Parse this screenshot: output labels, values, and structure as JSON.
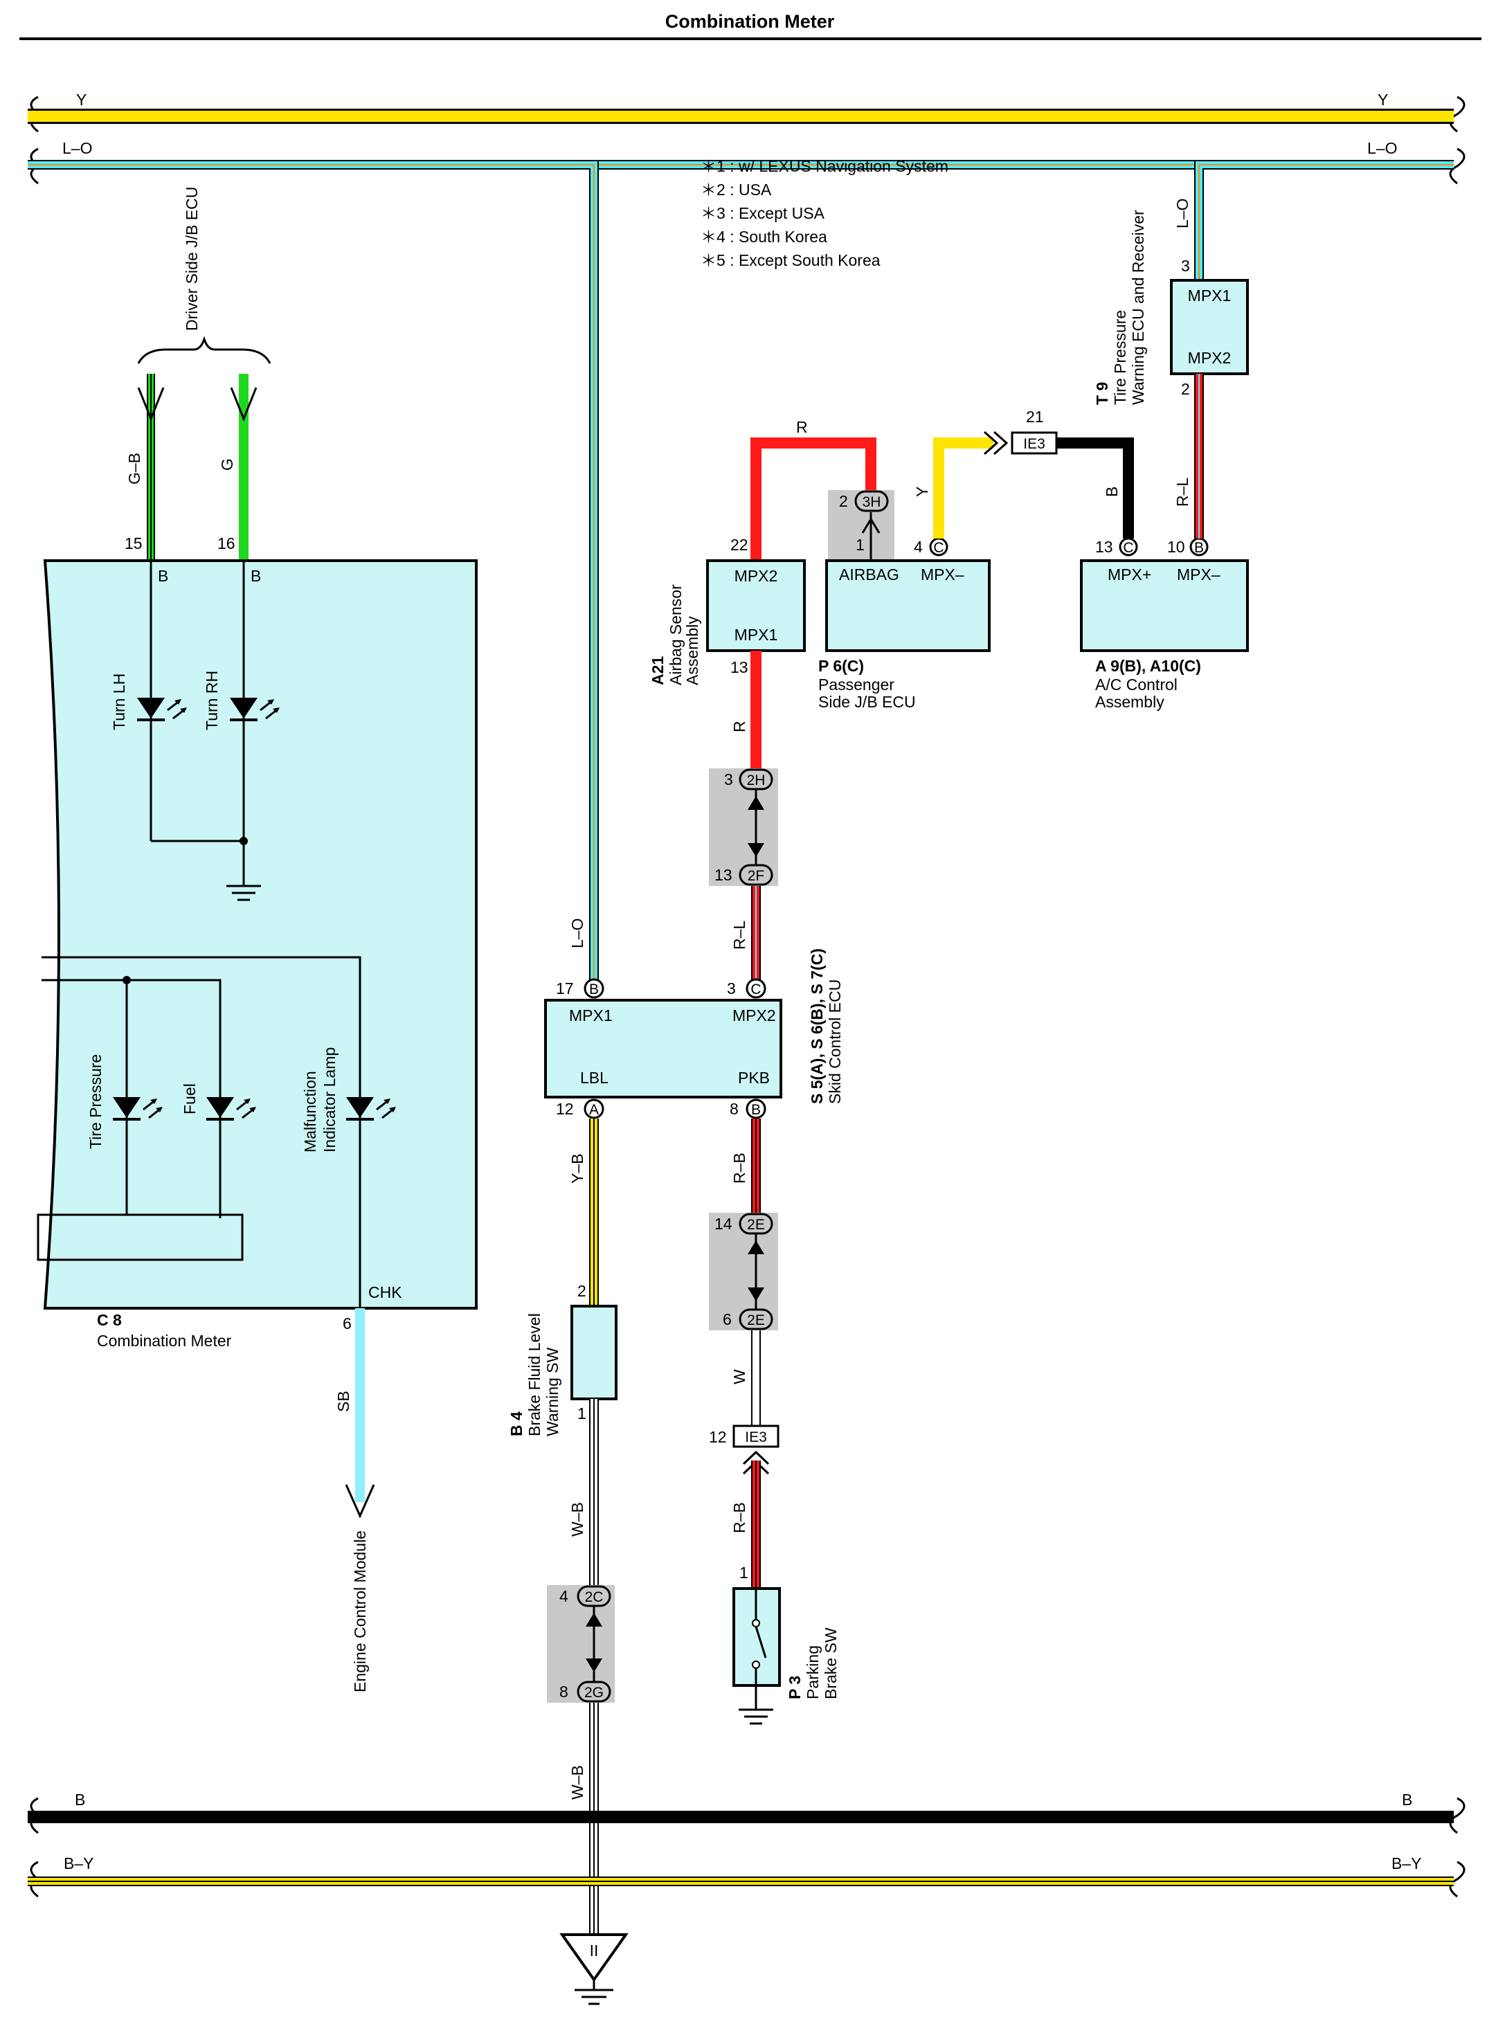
{
  "title": "Combination Meter",
  "colors": {
    "Y": "#ffe400",
    "L": "#55e8ff",
    "O": "#ff8a00",
    "R": "#ff1a1a",
    "G": "#1ed81e",
    "B": "#000000",
    "W": "#ffffff",
    "SB": "#8ff0ff",
    "component_fill": "#ccf5f5",
    "connector_shade": "#c9c9c9"
  },
  "buses": {
    "top_y": "Y",
    "top_lo": "L–O",
    "bottom_b": "B",
    "bottom_by": "B–Y"
  },
  "notes": [
    "＊1 : w/ LEXUS Navigation System",
    "＊2 : USA",
    "＊3 : Except USA",
    "＊4 : South Korea",
    "＊5 : Except South Korea"
  ],
  "wires": {
    "gb": "G–B",
    "g": "G",
    "lo_left": "L–O",
    "lo_right": "L–O",
    "r_top": "R",
    "y": "Y",
    "b": "B",
    "rl_right": "R–L",
    "r_mid": "R",
    "rl_mid": "R–L",
    "yb": "Y–B",
    "rb_upper": "R–B",
    "w": "W",
    "rb_lower": "R–B",
    "sb": "SB",
    "wb_upper": "W–B",
    "wb_lower": "W–B"
  },
  "components": {
    "driver_jb": "Driver Side J/B ECU",
    "combo_meter": {
      "code": "C 8",
      "name": "Combination Meter",
      "pin15": "15",
      "pin16": "16",
      "b1": "B",
      "b2": "B",
      "turn_lh": "Turn LH",
      "turn_rh": "Turn RH",
      "tire": "Tire Pressure",
      "fuel": "Fuel",
      "mil1": "Malfunction",
      "mil2": "Indicator Lamp",
      "chk": "CHK",
      "pin6": "6"
    },
    "ecm": "Engine Control Module",
    "skid": {
      "code": "S 5(A), S 6(B), S 7(C)",
      "name": "Skid Control ECU",
      "mpx1": "MPX1",
      "mpx2": "MPX2",
      "lbl": "LBL",
      "pkb": "PKB",
      "pin17": "17",
      "conn17": "B",
      "pin3": "3",
      "conn3": "C",
      "pin12": "12",
      "conn12": "A",
      "pin8": "8",
      "conn8": "B"
    },
    "airbag": {
      "code": "A21",
      "name1": "Airbag Sensor",
      "name2": "Assembly",
      "mpx2": "MPX2",
      "mpx1": "MPX1",
      "pin22": "22",
      "pin13": "13"
    },
    "passenger_jb": {
      "code": "P 6(C)",
      "name1": "Passenger",
      "name2": "Side J/B ECU",
      "airbag": "AIRBAG",
      "mpx": "MPX–",
      "pin4": "4",
      "conn4": "C",
      "junction": "3H",
      "pin2": "2",
      "pin1": "1"
    },
    "ac": {
      "code": "A 9(B), A10(C)",
      "name1": "A/C Control",
      "name2": "Assembly",
      "mpxp": "MPX+",
      "mpxm": "MPX–",
      "pin13": "13",
      "conn13": "C",
      "pin10": "10",
      "conn10": "B"
    },
    "tire_ecu": {
      "code": "T 9",
      "name1": "Tire Pressure",
      "name2": "Warning ECU and Receiver",
      "mpx1": "MPX1",
      "mpx2": "MPX2",
      "pin3": "3",
      "pin2": "2"
    },
    "ie3_top": {
      "label": "IE3",
      "pin": "21"
    },
    "j2h": {
      "label": "2H",
      "pin": "3"
    },
    "j2f": {
      "label": "2F",
      "pin": "13"
    },
    "brake_fluid": {
      "code": "B 4",
      "name1": "Brake Fluid Level",
      "name2": "Warning SW",
      "pin2": "2",
      "pin1": "1"
    },
    "j2e_a": {
      "label": "2E",
      "pin": "14"
    },
    "j2e_b": {
      "label": "2E",
      "pin": "6"
    },
    "ie3_bot": {
      "label": "IE3",
      "pin": "12"
    },
    "parking": {
      "code": "P 3",
      "name1": "Parking",
      "name2": "Brake SW",
      "pin1": "1"
    },
    "j2c": {
      "label": "2C",
      "pin": "4"
    },
    "j2g": {
      "label": "2G",
      "pin": "8"
    },
    "ground_label": "II"
  }
}
